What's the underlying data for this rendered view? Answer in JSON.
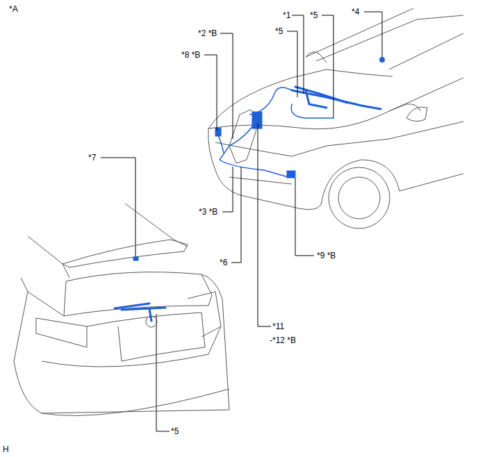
{
  "diagram": {
    "labels": [
      "*A",
      "*1",
      "*5",
      "*4",
      "*2 *B",
      "*5",
      "*8 *B",
      "*7",
      "*3 *B",
      "*6",
      "*9 *B",
      "*11",
      "-*12 *B",
      "*5",
      "H"
    ]
  }
}
